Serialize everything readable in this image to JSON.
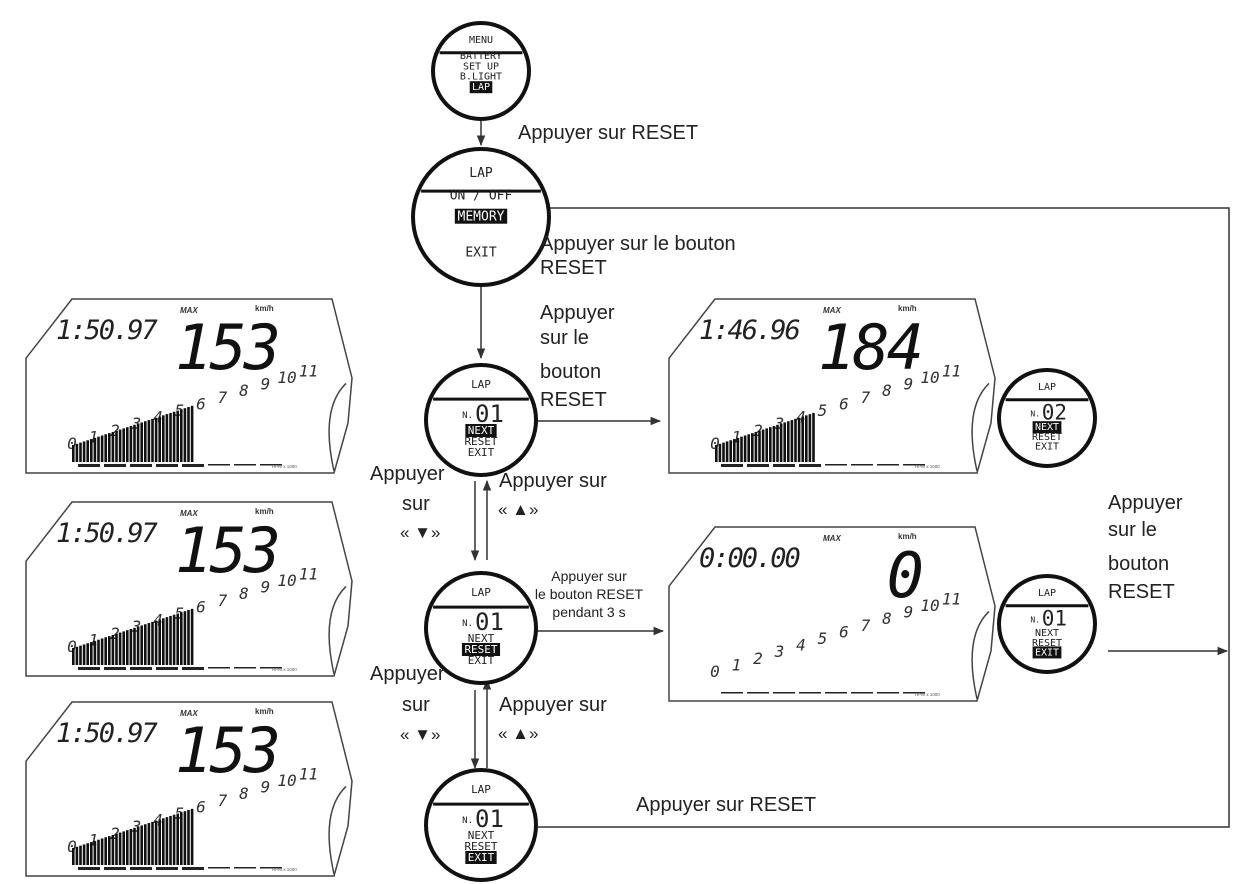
{
  "circles": {
    "menu": {
      "title": "MENU",
      "items": [
        "BATTERY",
        "SET UP",
        "B.LIGHT",
        "LAP"
      ],
      "selected": "LAP"
    },
    "lap": {
      "title": "LAP",
      "items": [
        "ON / OFF",
        "MEMORY",
        "EXIT"
      ],
      "selected": "MEMORY"
    },
    "n1_next": {
      "title": "LAP",
      "number": "01",
      "items": [
        "NEXT",
        "RESET",
        "EXIT"
      ],
      "selected": "NEXT"
    },
    "n2_next": {
      "title": "LAP",
      "number": "02",
      "items": [
        "NEXT",
        "RESET",
        "EXIT"
      ],
      "selected": "NEXT"
    },
    "n1_reset": {
      "title": "LAP",
      "number": "01",
      "items": [
        "NEXT",
        "RESET",
        "EXIT"
      ],
      "selected": "RESET"
    },
    "n1_exit_right": {
      "title": "LAP",
      "number": "01",
      "items": [
        "NEXT",
        "RESET",
        "EXIT"
      ],
      "selected": "EXIT"
    },
    "n1_exit": {
      "title": "LAP",
      "number": "01",
      "items": [
        "NEXT",
        "RESET",
        "EXIT"
      ],
      "selected": "EXIT"
    }
  },
  "lcd": {
    "left1": {
      "time": "1:50.97",
      "speed": "153",
      "bars": 6
    },
    "left2": {
      "time": "1:50.97",
      "speed": "153",
      "bars": 6
    },
    "left3": {
      "time": "1:50.97",
      "speed": "153",
      "bars": 6
    },
    "right1": {
      "time": "1:46.96",
      "speed": "184",
      "bars": 5
    },
    "right2": {
      "time": "0:00.00",
      "speed": "0",
      "bars": 0
    }
  },
  "lcd_common": {
    "max": "MAX",
    "unit": "km/h",
    "rpm": "RPM x 1000",
    "scale": [
      "0",
      "1",
      "2",
      "3",
      "4",
      "5",
      "6",
      "7",
      "8",
      "9",
      "10",
      "11"
    ]
  },
  "labels": {
    "press_reset_1": "Appuyer sur RESET",
    "press_button_1_a": "Appuyer sur le bouton",
    "press_button_1_b": "RESET",
    "press_button_2_a": "Appuyer",
    "press_button_2_b": "sur le",
    "press_button_2_c": "bouton",
    "press_button_2_d": "RESET",
    "down_1_a": "Appuyer",
    "down_1_b": "sur",
    "down_1_c": "« ▼»",
    "up_1_a": "Appuyer sur",
    "up_1_b": "« ▲»",
    "hold_a": "Appuyer sur",
    "hold_b": "le bouton RESET",
    "hold_c": "pendant 3 s",
    "down_2_a": "Appuyer",
    "down_2_b": "sur",
    "down_2_c": "« ▼»",
    "up_2_a": "Appuyer sur",
    "up_2_b": "« ▲»",
    "press_button_3_a": "Appuyer",
    "press_button_3_b": "sur le",
    "press_button_3_c": "bouton",
    "press_button_3_d": "RESET",
    "press_reset_2": "Appuyer sur RESET"
  }
}
